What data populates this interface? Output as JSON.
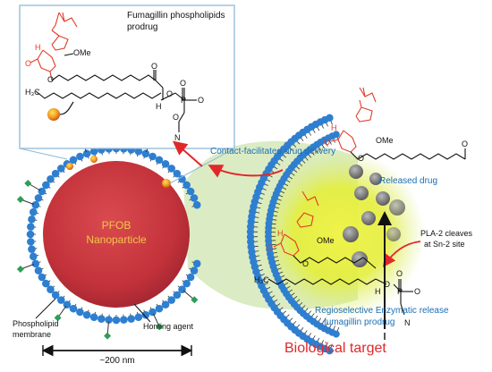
{
  "labels": {
    "prodrug_line1": "Fumagillin phospholipids",
    "prodrug_line2": "prodrug",
    "contact_delivery": "Contact-facilitated drug delivery",
    "released_drug": "Released drug",
    "nanoparticle_line1": "PFOB",
    "nanoparticle_line2": "Nanoparticle",
    "pla2_line1": "PLA-2 cleaves",
    "pla2_line2": "at Sn-2 site",
    "phospholipid_line1": "Phospholipid",
    "phospholipid_line2": "membrane",
    "homing_agent": "Homing agent",
    "regio_line1": "Regioselective Enzymatic release",
    "regio_line2": "fumagillin prodrug",
    "biological_target": "Biological target",
    "scale": "~200 nm"
  },
  "chem": {
    "ome": "OMe",
    "h": "H",
    "o": "O",
    "p": "P",
    "n": "N",
    "h3c": "H₃C"
  },
  "colors": {
    "nanoparticle_core": "#c8323a",
    "nanoparticle_text": "#f2c84a",
    "lipid_head": "#2f7fd0",
    "homing_agent": "#2e9d55",
    "target_glow": "#e6ee33",
    "delivery_arrow": "#e0282a",
    "callout_border": "#8fb9d8",
    "blue_text": "#1a6fb5",
    "red_text": "#e0282a",
    "drug_red": "#e03c2a"
  }
}
